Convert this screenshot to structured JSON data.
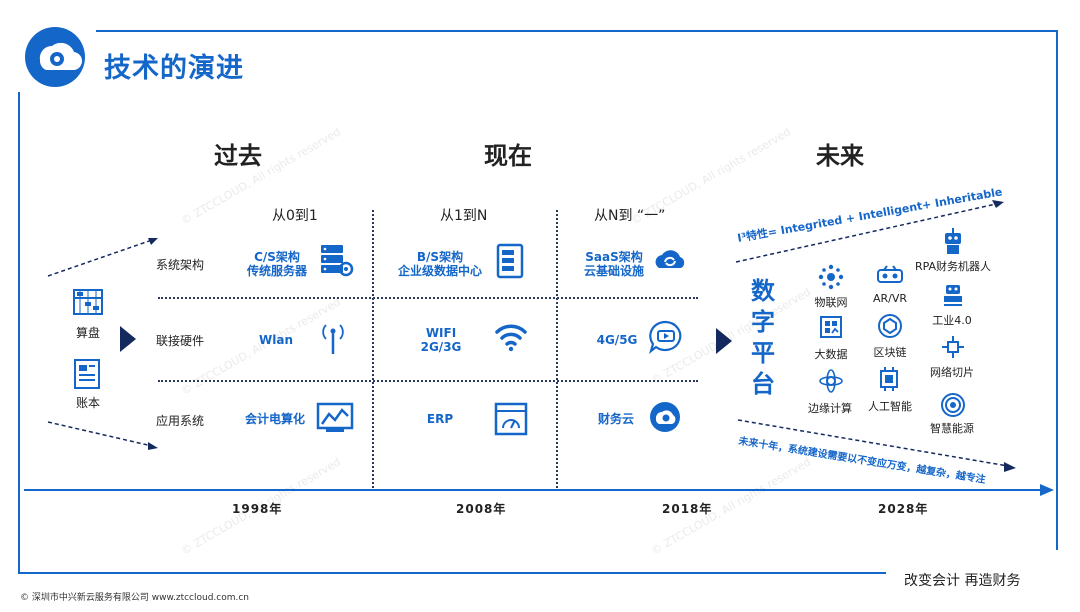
{
  "title": "技术的演进",
  "sections": {
    "past": "过去",
    "present": "现在",
    "future": "未来"
  },
  "ranges": {
    "r1": "从0到1",
    "r2": "从1到N",
    "r3": "从N到 “一”"
  },
  "rows": {
    "arch": "系统架构",
    "hw": "联接硬件",
    "app": "应用系统"
  },
  "left_items": {
    "abacus": "算盘",
    "ledger": "账本"
  },
  "cells": {
    "past_arch": "C/S架构\n传统服务器",
    "past_hw": "Wlan",
    "past_app": "会计电算化",
    "now_arch": "B/S架构\n企业级数据中心",
    "now_hw": "WIFI\n2G/3G",
    "now_app": "ERP",
    "n_arch": "SaaS架构\n云基础设施",
    "n_hw": "4G/5G",
    "n_app": "财务云"
  },
  "future": {
    "formula": "I³特性= Integrited + Intelligent+ Inheritable",
    "platform": [
      "数",
      "字",
      "平",
      "台"
    ],
    "items": {
      "iot": "物联网",
      "arvr": "AR/VR",
      "rpa": "RPA财务机器人",
      "bigdata": "大数据",
      "blockchain": "区块链",
      "industry": "工业4.0",
      "netslice": "网络切片",
      "edge": "边缘计算",
      "ai": "人工智能",
      "energy": "智慧能源"
    },
    "slogan": "未来十年，系统建设需要以不变应万变，越复杂，越专注"
  },
  "years": [
    "1998年",
    "2008年",
    "2018年",
    "2028年"
  ],
  "watermark": "© ZTCCLOUD, All rights reserved",
  "footer": {
    "left": "© 深圳市中兴新云服务有限公司   www.ztccloud.com.cn",
    "right": "改变会计  再造财务"
  },
  "colors": {
    "accent": "#1566c9",
    "dark": "#142a5e"
  }
}
